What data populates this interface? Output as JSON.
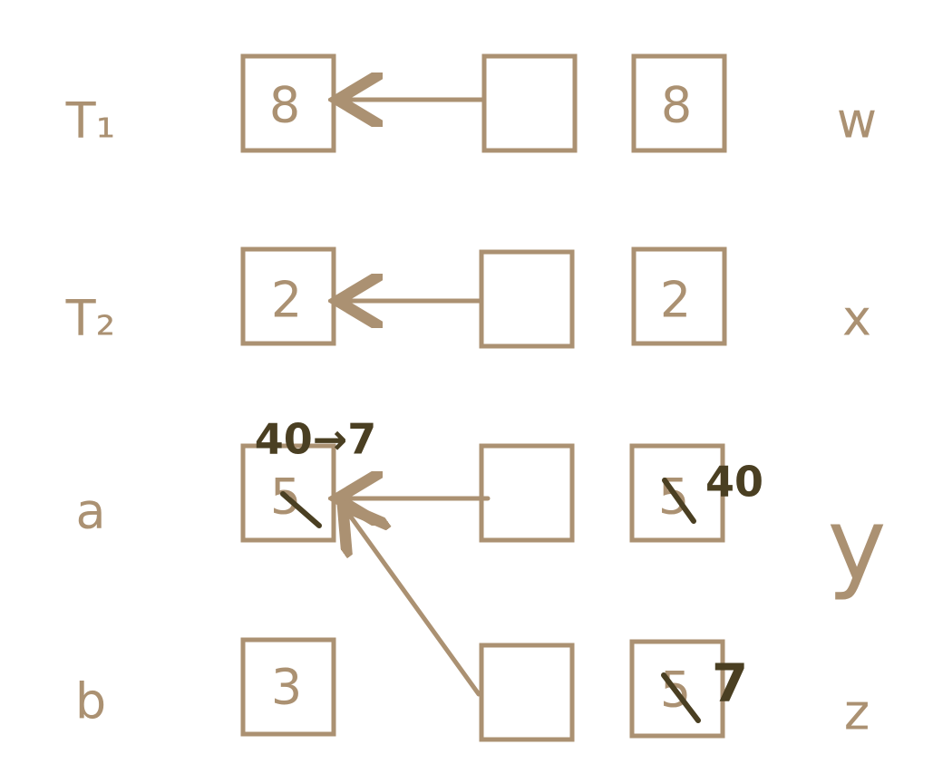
{
  "palette": {
    "ink": "#ab9172",
    "annotation_ink": "#4a3f22",
    "background": "#ffffff"
  },
  "rows": [
    {
      "left_label": "T₁",
      "left_value": "8",
      "right_value": "8",
      "right_label": "w"
    },
    {
      "left_label": "T₂",
      "left_value": "2",
      "right_value": "2",
      "right_label": "x"
    },
    {
      "left_label": "a",
      "left_value": "5",
      "right_value": "5",
      "right_label": "y"
    },
    {
      "left_label": "b",
      "left_value": "3",
      "right_value": "5",
      "right_label": "z"
    }
  ],
  "annotations": {
    "a_update": "40→7",
    "y_new_value": "40",
    "z_new_value": "7"
  }
}
